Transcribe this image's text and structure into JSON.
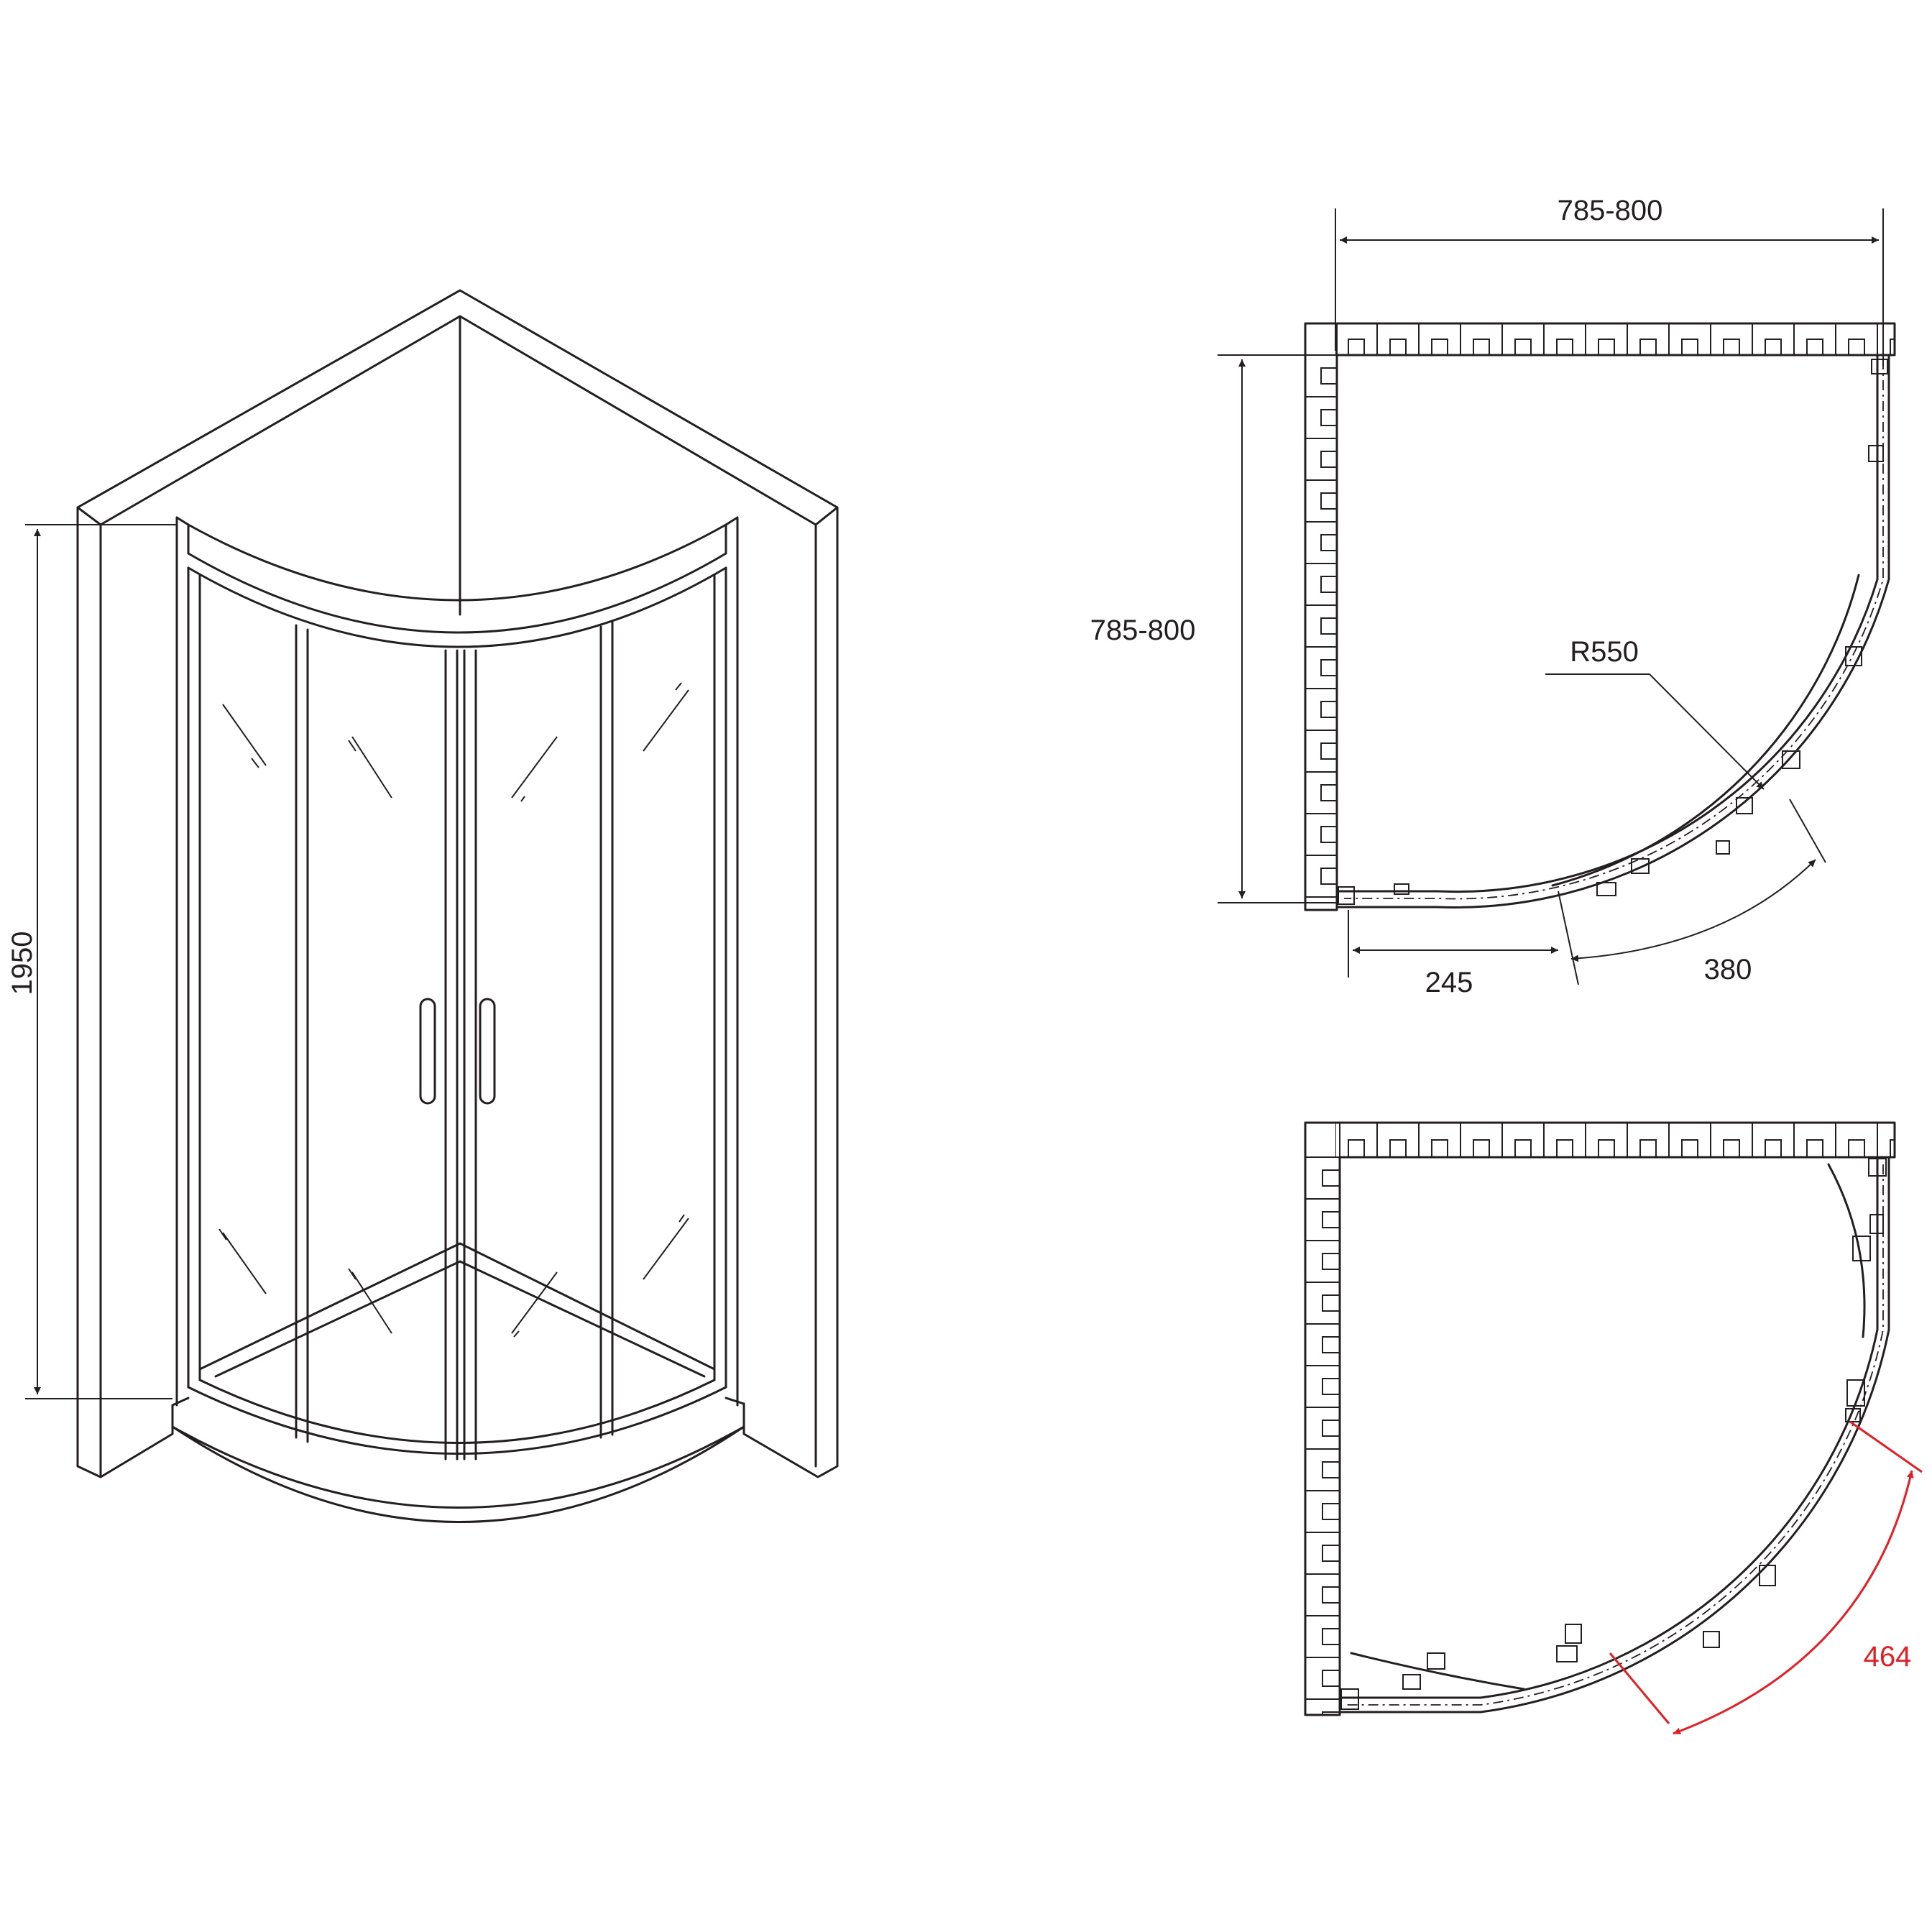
{
  "views": {
    "isometric": {
      "height_label": "1950"
    },
    "plan_top": {
      "width_label": "785-800",
      "depth_label": "785-800",
      "radius_label": "R550",
      "straight_label": "245",
      "arc_label": "380"
    },
    "plan_bottom": {
      "opening_label": "464"
    }
  },
  "colors": {
    "line": "#231f20",
    "highlight": "#e31e24"
  }
}
